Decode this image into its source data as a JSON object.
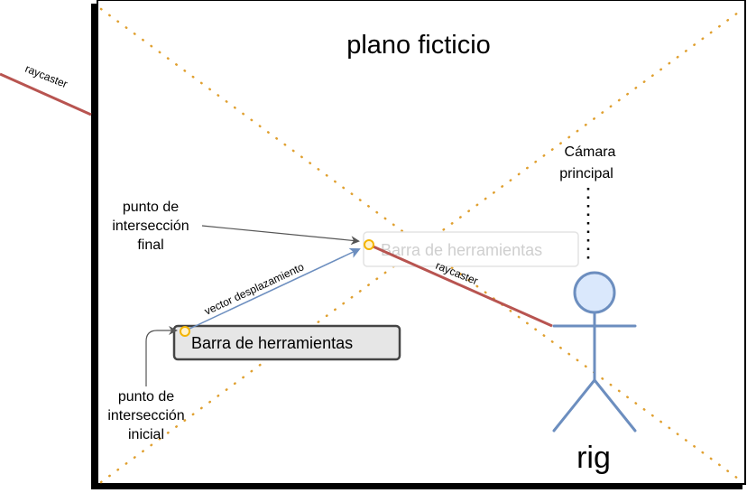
{
  "plane": {
    "title": "plano ficticio"
  },
  "raycaster_left": {
    "label": "raycaster"
  },
  "camera": {
    "line1": "Cámara",
    "line2": "principal"
  },
  "toolbar_final": {
    "label": "Barra de herramientas"
  },
  "toolbar_initial": {
    "label": "Barra de herramientas"
  },
  "raycaster_rig": {
    "label": "raycaster"
  },
  "displacement": {
    "label": "vector desplazamiento"
  },
  "final_point": {
    "line1": "punto de",
    "line2": "intersección",
    "line3": "final"
  },
  "initial_point": {
    "line1": "punto de",
    "line2": "intersección",
    "line3": "inicial"
  },
  "rig": {
    "label": "rig"
  },
  "colors": {
    "dotted_diagonals": "#E0A030",
    "raycaster": "#B85450",
    "rig_stroke": "#6C8EBF",
    "rig_fill": "#DAE8FC",
    "vector": "#6C8EBF",
    "callout_arrow": "#555555",
    "point_fill": "#FFF2CC",
    "point_stroke": "#F4B400"
  }
}
